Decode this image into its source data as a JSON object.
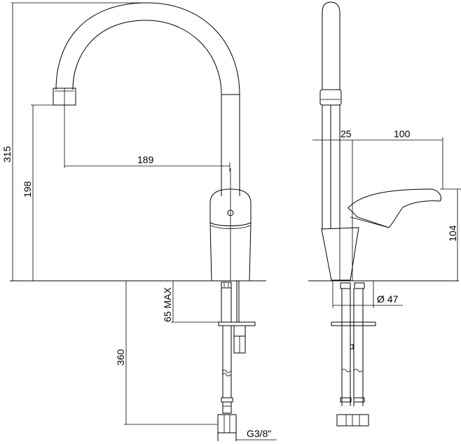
{
  "drawing": {
    "type": "technical-drawing",
    "subject": "single-lever kitchen faucet with swivel spout",
    "views": [
      "front-view",
      "side-view"
    ],
    "line_color": "#000000",
    "background": "#ffffff"
  },
  "front_view": {
    "dimensions": {
      "total_height": "315",
      "spout_outlet_height": "198",
      "spout_reach": "189",
      "max_deck_thickness": "65 MAX",
      "hose_length": "360",
      "connection_thread": "G3/8\""
    }
  },
  "side_view": {
    "dimensions": {
      "spout_offset": "25",
      "lever_reach": "100",
      "body_height": "104",
      "base_diameter": "Ø 47"
    }
  }
}
